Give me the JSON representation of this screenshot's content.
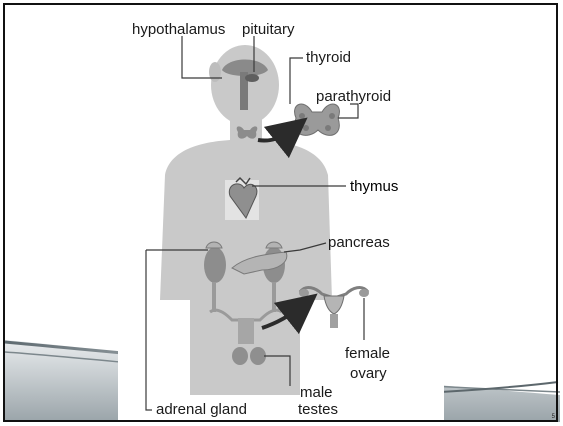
{
  "diagram": {
    "labels": {
      "hypothalamus": "hypothalamus",
      "pituitary": "pituitary",
      "thyroid": "thyroid",
      "parathyroid": "parathyroid",
      "thymus": "thymus",
      "pancreas": "pancreas",
      "female": "female",
      "ovary": "ovary",
      "male": "male",
      "testes": "testes",
      "adrenal_gland": "adrenal gland"
    }
  },
  "slide": {
    "number": "5"
  },
  "colors": {
    "body_fill": "#c9c9c9",
    "organ_fill": "#a9a9a9",
    "organ_dark": "#6f6f6f",
    "leader_line": "#3a3a3a",
    "arrow": "#2b2b2b",
    "swoosh": "#7f8a8f"
  }
}
